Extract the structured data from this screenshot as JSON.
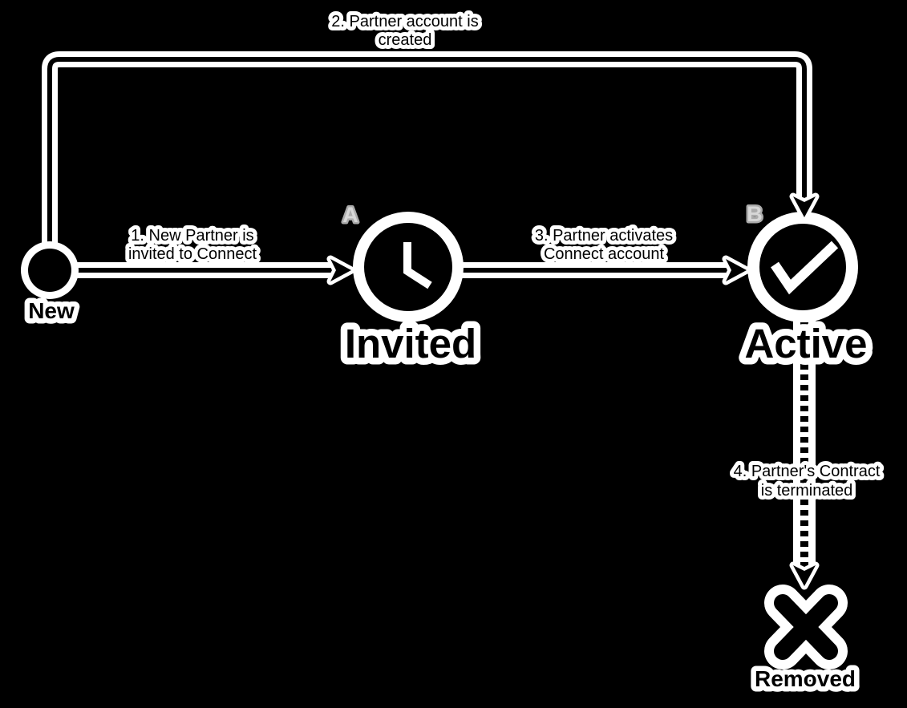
{
  "diagram": {
    "type": "state-flow",
    "background": "#000000",
    "shape_color": "#000000",
    "halo_color": "#ffffff",
    "port_label_color": "#d7d7d7"
  },
  "nodes": {
    "new": {
      "label": "New",
      "icon": "dot-icon"
    },
    "invited": {
      "label": "Invited",
      "icon": "clock-icon",
      "port": "A"
    },
    "active": {
      "label": "Active",
      "icon": "check-icon",
      "port": "B"
    },
    "removed": {
      "label": "Removed",
      "icon": "x-icon"
    }
  },
  "edges": {
    "invite": {
      "from": "New",
      "to": "Invited",
      "style": "solid-arrow",
      "label_line1": "1. New Partner is",
      "label_line2": "invited to Connect"
    },
    "create": {
      "from": "New",
      "to": "Active",
      "style": "solid-arrow",
      "label_line1": "2. Partner account is",
      "label_line2": "created"
    },
    "activate": {
      "from": "Invited",
      "to": "Active",
      "style": "solid-arrow",
      "label_line1": "3. Partner activates",
      "label_line2": "Connect account"
    },
    "terminate": {
      "from": "Active",
      "to": "Removed",
      "style": "dashed-arrow",
      "label_line1": "4. Partner's Contract",
      "label_line2": "is terminated"
    }
  }
}
